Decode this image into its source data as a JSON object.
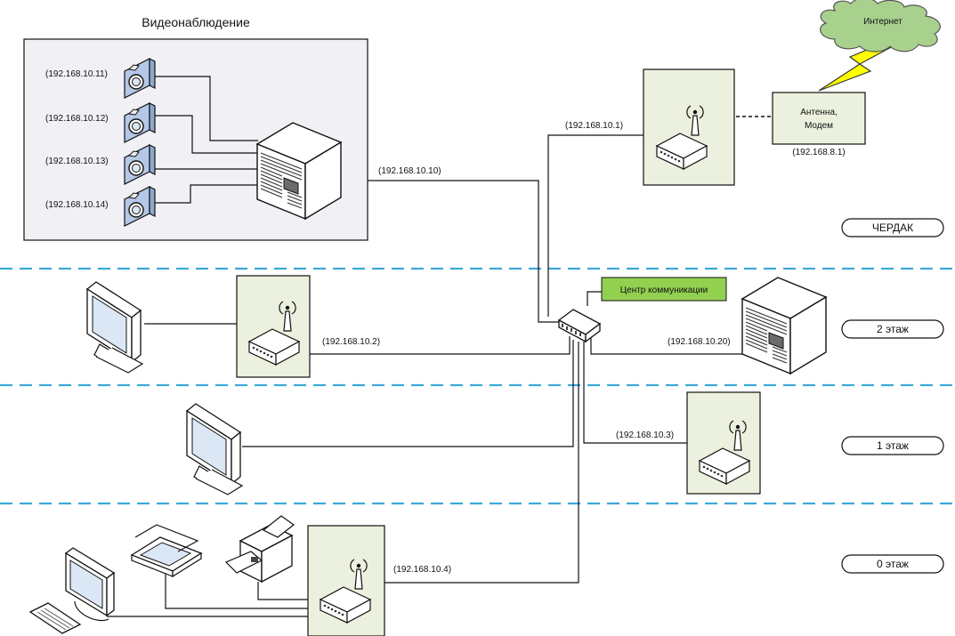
{
  "video_group": {
    "title": "Видеонаблюдение",
    "camera_ips": [
      "(192.168.10.11)",
      "(192.168.10.12)",
      "(192.168.10.13)",
      "(192.168.10.14)"
    ],
    "server_ip": "(192.168.10.10)"
  },
  "attic": {
    "router_ip": "(192.168.10.1)",
    "modem_label_line1": "Антенна,",
    "modem_label_line2": "Модем",
    "modem_ip": "(192.168.8.1)",
    "internet_label": "Интернет"
  },
  "hub": {
    "label": "Центр коммуникации",
    "server_ip": "(192.168.10.20)"
  },
  "floor2": {
    "router_ip": "(192.168.10.2)"
  },
  "floor1": {
    "router_ip": "(192.168.10.3)"
  },
  "floor0": {
    "router_ip": "(192.168.10.4)"
  },
  "floors": [
    "ЧЕРДАК",
    "2 этаж",
    "1 этаж",
    "0 этаж"
  ],
  "colors": {
    "video_box": "#f1f1f5",
    "router_box": "#ebf1de",
    "hub_label": "#92d050",
    "cloud": "#a9d18e",
    "lightning": "#ffff00",
    "divider": "#3da9d8",
    "camera": "#b4c7e7",
    "monitor_screen": "#dbe7f5"
  }
}
